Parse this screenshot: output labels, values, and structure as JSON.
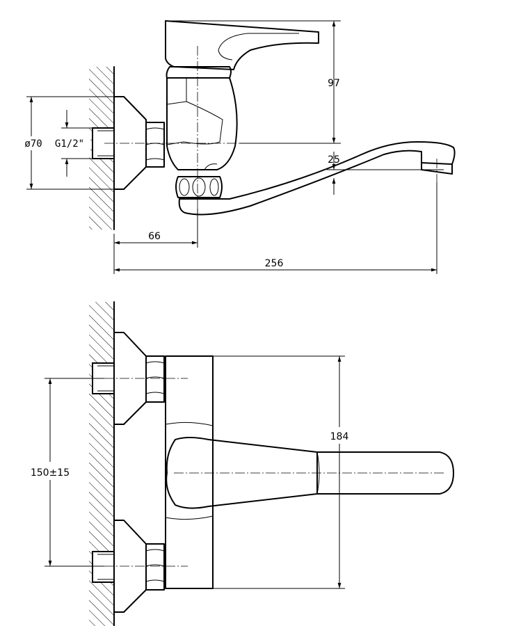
{
  "colors": {
    "ink": "#000000",
    "paper": "#ffffff"
  },
  "side_view": {
    "dim_height_handle": "97",
    "dim_spout_drop": "25",
    "dim_diameter_flange": "ø70",
    "dim_thread": "G1/2\"",
    "dim_wall_to_body": "66",
    "dim_total_reach": "256"
  },
  "top_view": {
    "dim_body_length": "184",
    "dim_inlet_spacing": "150±15"
  }
}
